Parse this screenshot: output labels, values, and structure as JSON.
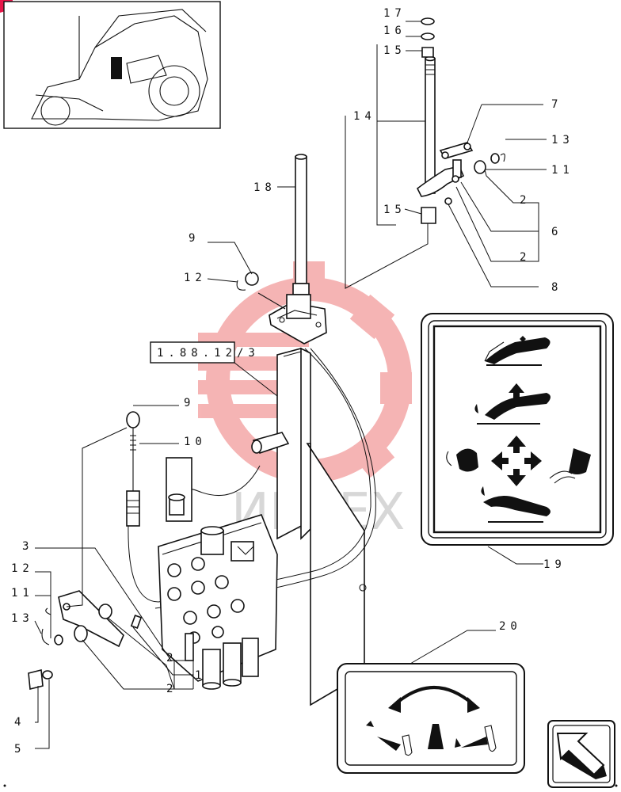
{
  "diagram": {
    "reference_box": "1.88.12/3",
    "watermark": "ИНТЕХ",
    "callouts": {
      "c17": "17",
      "c16": "16",
      "c15a": "15",
      "c14": "14",
      "c18": "18",
      "c15b": "15",
      "c7": "7",
      "c13a": "13",
      "c11a": "11",
      "c2a": "2",
      "c6": "6",
      "c2b": "2",
      "c8": "8",
      "c9a": "9",
      "c12a": "12",
      "c9b": "9",
      "c10": "10",
      "c3": "3",
      "c12b": "12",
      "c11b": "11",
      "c13b": "13",
      "c2c": "2",
      "c1": "1",
      "c2d": "2",
      "c4": "4",
      "c5": "5",
      "c19": "19",
      "c20": "20"
    },
    "icons": {
      "thumbnail": "tractor-thumbnail-icon",
      "decal_19": "loader-control-decal-icon",
      "decal_20": "lever-movement-decal-icon",
      "nav": "next-page-arrow-icon",
      "corner": "corner-marker-icon"
    },
    "colors": {
      "watermark": "#e52b2b",
      "corner": "#e8174a"
    }
  }
}
